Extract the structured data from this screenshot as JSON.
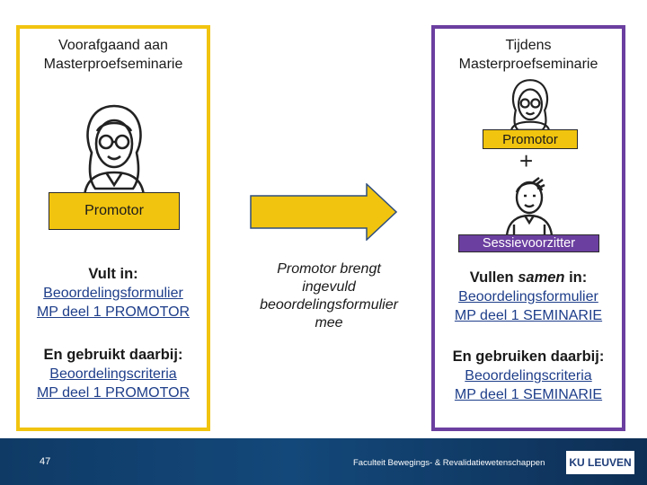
{
  "left": {
    "title_line1": "Voorafgaand aan",
    "title_line2": "Masterproefseminarie",
    "person_label": "Promotor",
    "fill_title": "Vult in:",
    "fill_link1": "Beoordelingsformulier",
    "fill_link2": "MP deel 1 PROMOTOR",
    "use_title": "En gebruikt daarbij:",
    "use_link1": "Beoordelingscriteria",
    "use_link2": "MP deel 1 PROMOTOR"
  },
  "middle": {
    "line1": "Promotor brengt",
    "line2": "ingevuld",
    "line3": "beoordelingsformulier",
    "line4": "mee"
  },
  "right": {
    "title_line1": "Tijdens",
    "title_line2": "Masterproefseminarie",
    "person1_label": "Promotor",
    "plus": "+",
    "person2_label": "Sessievoorzitter",
    "fill_title_pre": "Vullen ",
    "fill_title_em": "samen",
    "fill_title_post": " in:",
    "fill_link1": "Beoordelingsformulier",
    "fill_link2": "MP deel 1 SEMINARIE",
    "use_title": "En gebruiken daarbij:",
    "use_link1": "Beoordelingscriteria",
    "use_link2": "MP deel 1 SEMINARIE"
  },
  "footer": {
    "page_number": "47",
    "faculty": "Faculteit Bewegings- & Revalidatiewetenschappen",
    "logo": "KU LEUVEN"
  },
  "colors": {
    "left_border": "#f1c40f",
    "right_border": "#6b3fa0",
    "arrow_fill": "#f1c40f",
    "promotor_box": "#f1c40f",
    "session_box": "#6b3fa0",
    "link": "#1e3e8a",
    "footer": "#13487a"
  },
  "icons": [
    "female-promotor-icon",
    "male-chair-icon",
    "right-arrow-icon"
  ]
}
